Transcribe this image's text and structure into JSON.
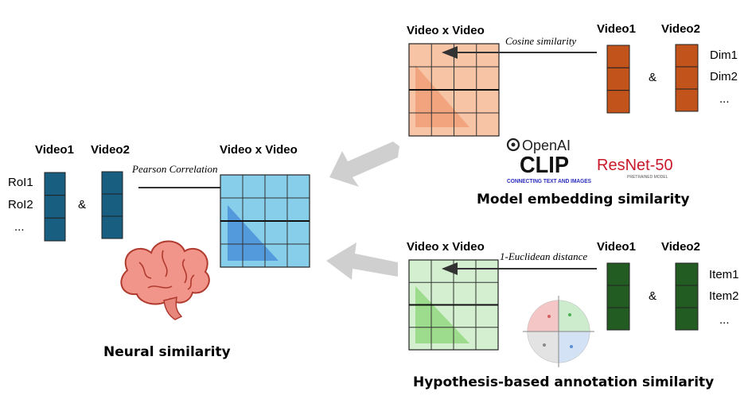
{
  "colors": {
    "neural": "#175e80",
    "blue_matrix": "#87ceeb",
    "blue_triangle": "#4a90d9",
    "model": "#c2531b",
    "orange_matrix": "#f7c4a6",
    "orange_triangle": "#f09f77",
    "annotation": "#225c22",
    "green_matrix": "#d3efcf",
    "green_triangle": "#92d880",
    "big_arrow": "#cfcfcf"
  },
  "neural": {
    "video1": "Video1",
    "video2": "Video2",
    "rows": [
      "RoI1",
      "RoI2",
      "..."
    ],
    "ampersand": "&",
    "metric": "Pearson Correlation",
    "matrix_label": "Video x Video",
    "title": "Neural similarity",
    "icon": "brain-icon"
  },
  "model": {
    "matrix_label": "Video x Video",
    "metric": "Cosine similarity",
    "video1": "Video1",
    "video2": "Video2",
    "rows": [
      "Dim1",
      "Dim2",
      "..."
    ],
    "ampersand": "&",
    "openai_logo": "OpenAI",
    "clip_logo": "CLIP",
    "clip_tagline": "CONNECTING TEXT AND IMAGES",
    "resnet_logo": "ResNet-50",
    "resnet_tagline": "PRETRAINED MODEL",
    "title": "Model embedding similarity"
  },
  "annotation": {
    "matrix_label": "Video x Video",
    "metric": "1-Euclidean distance",
    "video1": "Video1",
    "video2": "Video2",
    "rows": [
      "Item1",
      "Item2",
      "..."
    ],
    "ampersand": "&",
    "title": "Hypothesis-based annotation similarity",
    "icon": "emotion-wheel-icon"
  }
}
